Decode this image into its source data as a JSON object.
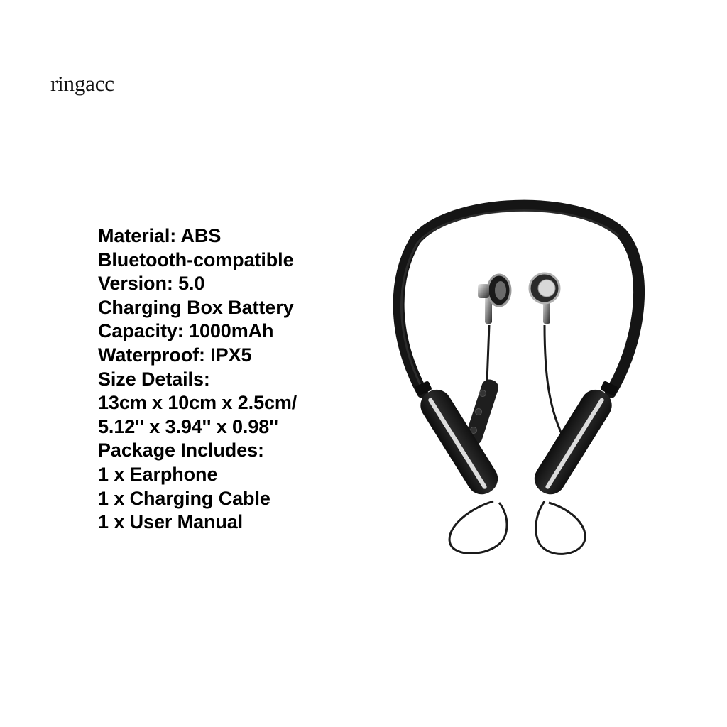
{
  "brand": {
    "name": "ringacc"
  },
  "specs": {
    "lines": [
      "Material: ABS",
      "Bluetooth-compatible",
      "Version: 5.0",
      "Charging Box Battery",
      "Capacity: 1000mAh",
      "Waterproof: IPX5",
      "Size Details:",
      "13cm x 10cm x 2.5cm/",
      "5.12'' x 3.94'' x 0.98''",
      "Package Includes:",
      "1 x Earphone",
      "1 x Charging Cable",
      "1 x User Manual"
    ]
  },
  "product_image": {
    "subject": "neckband-bluetooth-earphones",
    "colors": {
      "body": "#1c1c1c",
      "accent": "#c8c8c8",
      "background": "#ffffff"
    }
  }
}
